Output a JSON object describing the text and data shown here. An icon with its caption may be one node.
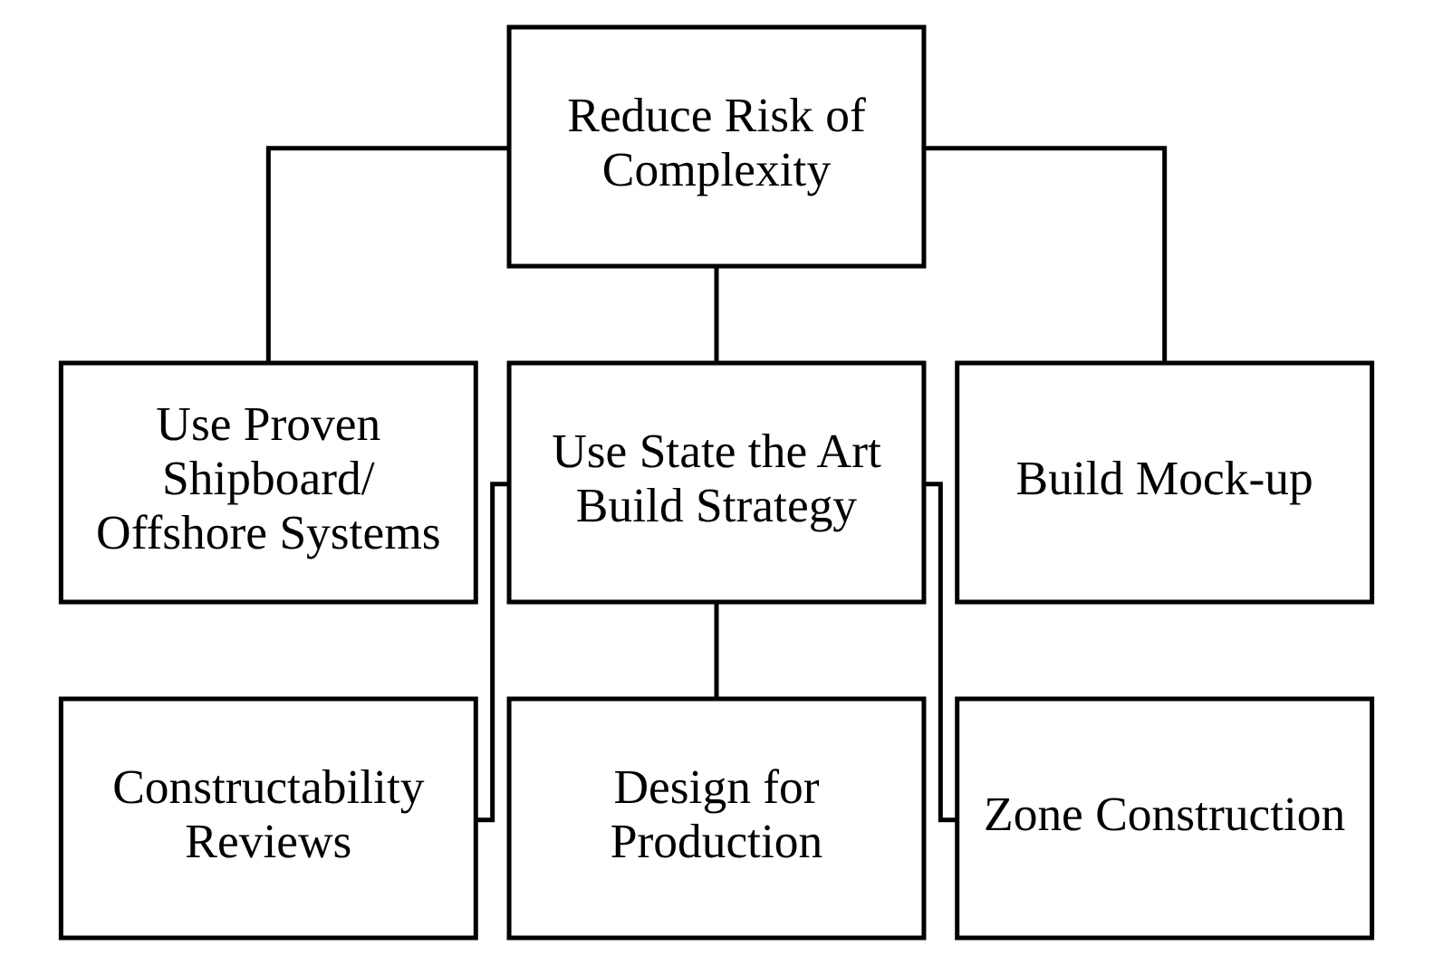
{
  "diagram": {
    "nodes": [
      {
        "text": [
          "Reduce Risk of Complexity"
        ]
      },
      {
        "text": [
          "Use Proven Shipboard/ Offshore Systems"
        ]
      },
      {
        "text": [
          "Use State the Art Build Strategy"
        ]
      },
      {
        "text": [
          "Build Mock-up"
        ]
      },
      {
        "text": [
          "Constructability Reviews"
        ]
      },
      {
        "text": [
          "Design for Production"
        ]
      },
      {
        "text": [
          "Zone Construction"
        ]
      }
    ],
    "edges": [
      {
        "from": 0,
        "to": 1,
        "arrow": "none"
      },
      {
        "from": 0,
        "to": 2,
        "arrow": "none"
      },
      {
        "from": 0,
        "to": 3,
        "arrow": "none"
      },
      {
        "from": 2,
        "to": 4,
        "arrow": "none"
      },
      {
        "from": 2,
        "to": 5,
        "arrow": "none"
      },
      {
        "from": 2,
        "to": 6,
        "arrow": "none"
      }
    ]
  }
}
